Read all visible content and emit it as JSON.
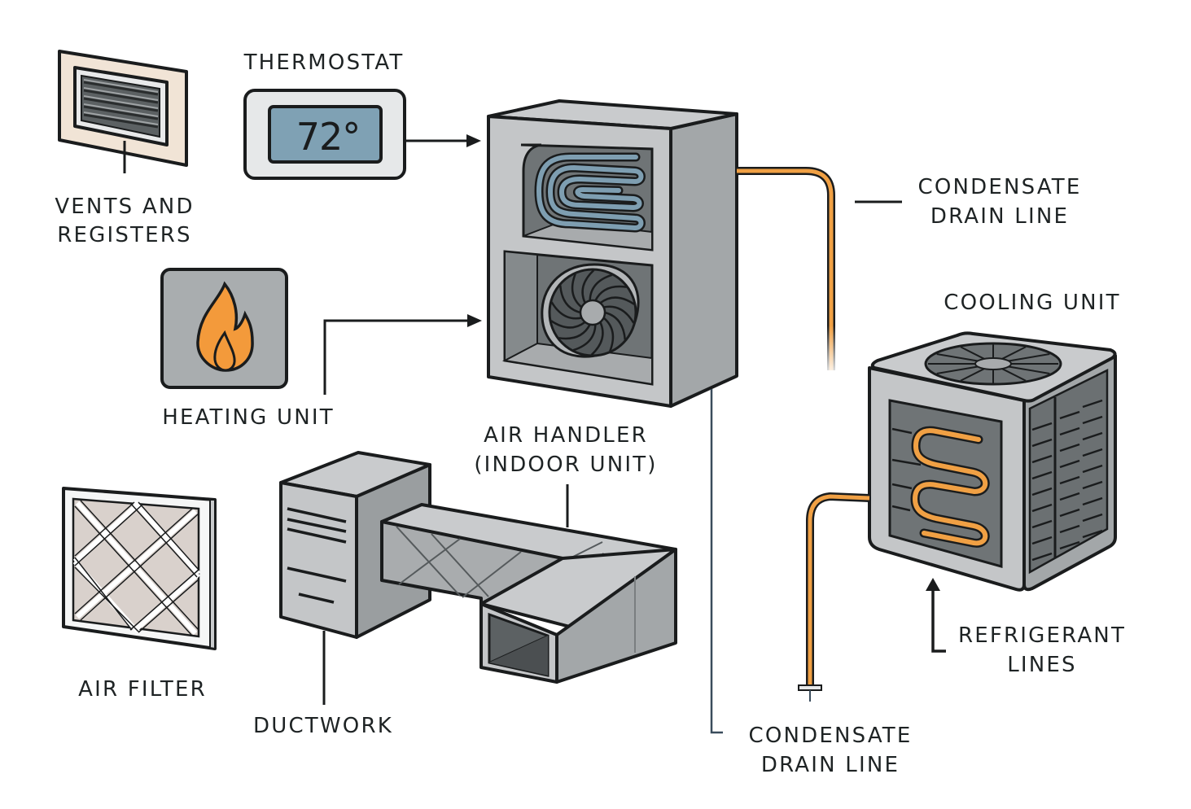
{
  "diagram": {
    "title": "HVAC System Components",
    "colors": {
      "refrigerant_pipe": "#f0a044",
      "evaporator_coil": "#7e9eb1",
      "thermostat_screen": "#7fa1b4",
      "flame": "#f39a3b",
      "metal_light": "#c4c6c8",
      "metal_mid": "#a7aaac",
      "metal_dark": "#6f7476",
      "drain_line": "#3a4c5c",
      "wall_plate": "#f1e4d6",
      "filter_media": "#d9d1cc"
    },
    "components": {
      "vents": {
        "label_line1": "VENTS AND",
        "label_line2": "REGISTERS"
      },
      "thermostat": {
        "label": "THERMOSTAT",
        "display": "72°"
      },
      "heating_unit": {
        "label": "HEATING UNIT"
      },
      "air_handler": {
        "label_line1": "AIR HANDLER",
        "label_line2": "(INDOOR UNIT)"
      },
      "condensate_top": {
        "label_line1": "CONDENSATE",
        "label_line2": "DRAIN LINE"
      },
      "cooling_unit": {
        "label": "COOLING UNIT"
      },
      "refrigerant_lines": {
        "label_line1": "REFRIGERANT",
        "label_line2": "LINES"
      },
      "condensate_bottom": {
        "label_line1": "CONDENSATE",
        "label_line2": "DRAIN LINE"
      },
      "air_filter": {
        "label": "AIR FILTER"
      },
      "ductwork": {
        "label": "DUCTWORK"
      }
    },
    "connections": [
      {
        "from": "thermostat",
        "to": "air_handler",
        "type": "arrow"
      },
      {
        "from": "heating_unit",
        "to": "air_handler",
        "type": "arrow"
      },
      {
        "from": "refrigerant_lines",
        "to": "cooling_unit",
        "type": "arrow"
      }
    ]
  }
}
